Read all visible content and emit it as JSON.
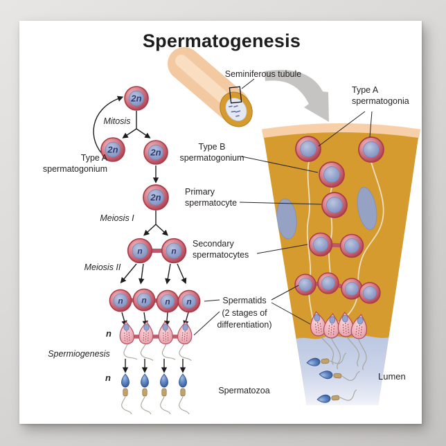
{
  "title": "Spermatogenesis",
  "ploidy": {
    "diploid": "2n",
    "haploid": "n"
  },
  "labels": {
    "seminiferous_tubule": "Seminiferous tubule",
    "type_a_left": {
      "line1": "Type A",
      "line2": "spermatogonium"
    },
    "mitosis": "Mitosis",
    "type_b": {
      "line1": "Type B",
      "line2": "spermatogonium"
    },
    "primary": {
      "line1": "Primary",
      "line2": "spermatocyte"
    },
    "meiosis_1": "Meiosis I",
    "secondary": {
      "line1": "Secondary",
      "line2": "spermatocytes"
    },
    "meiosis_2": "Meiosis II",
    "spermatids": {
      "line1": "Spermatids",
      "line2": "(2 stages of",
      "line3": "differentiation)"
    },
    "spermiogenesis": "Spermiogenesis",
    "spermatozoa": "Spermatozoa",
    "type_a_right": {
      "line1": "Type A",
      "line2": "spermatogonia"
    },
    "lumen": "Lumen"
  },
  "colors": {
    "backdrop": "#d8d7d6",
    "poster": "#ffffff",
    "wedge_gold": "#d59b2f",
    "wedge_rim_peach": "#f7d0aa",
    "lumen_blue": "#c5d0e8",
    "cell_ring_pink": "#c25b6b",
    "cell_nucleus_blue": "#97a5cd",
    "sperm_head_blue": "#4a7ac0",
    "sperm_midpiece_tan": "#c2a26c",
    "magnifier_arrow_gray": "#c5c4c2",
    "line_black": "#1c1c1c",
    "ploidy_text_navy": "#2b3a72"
  }
}
